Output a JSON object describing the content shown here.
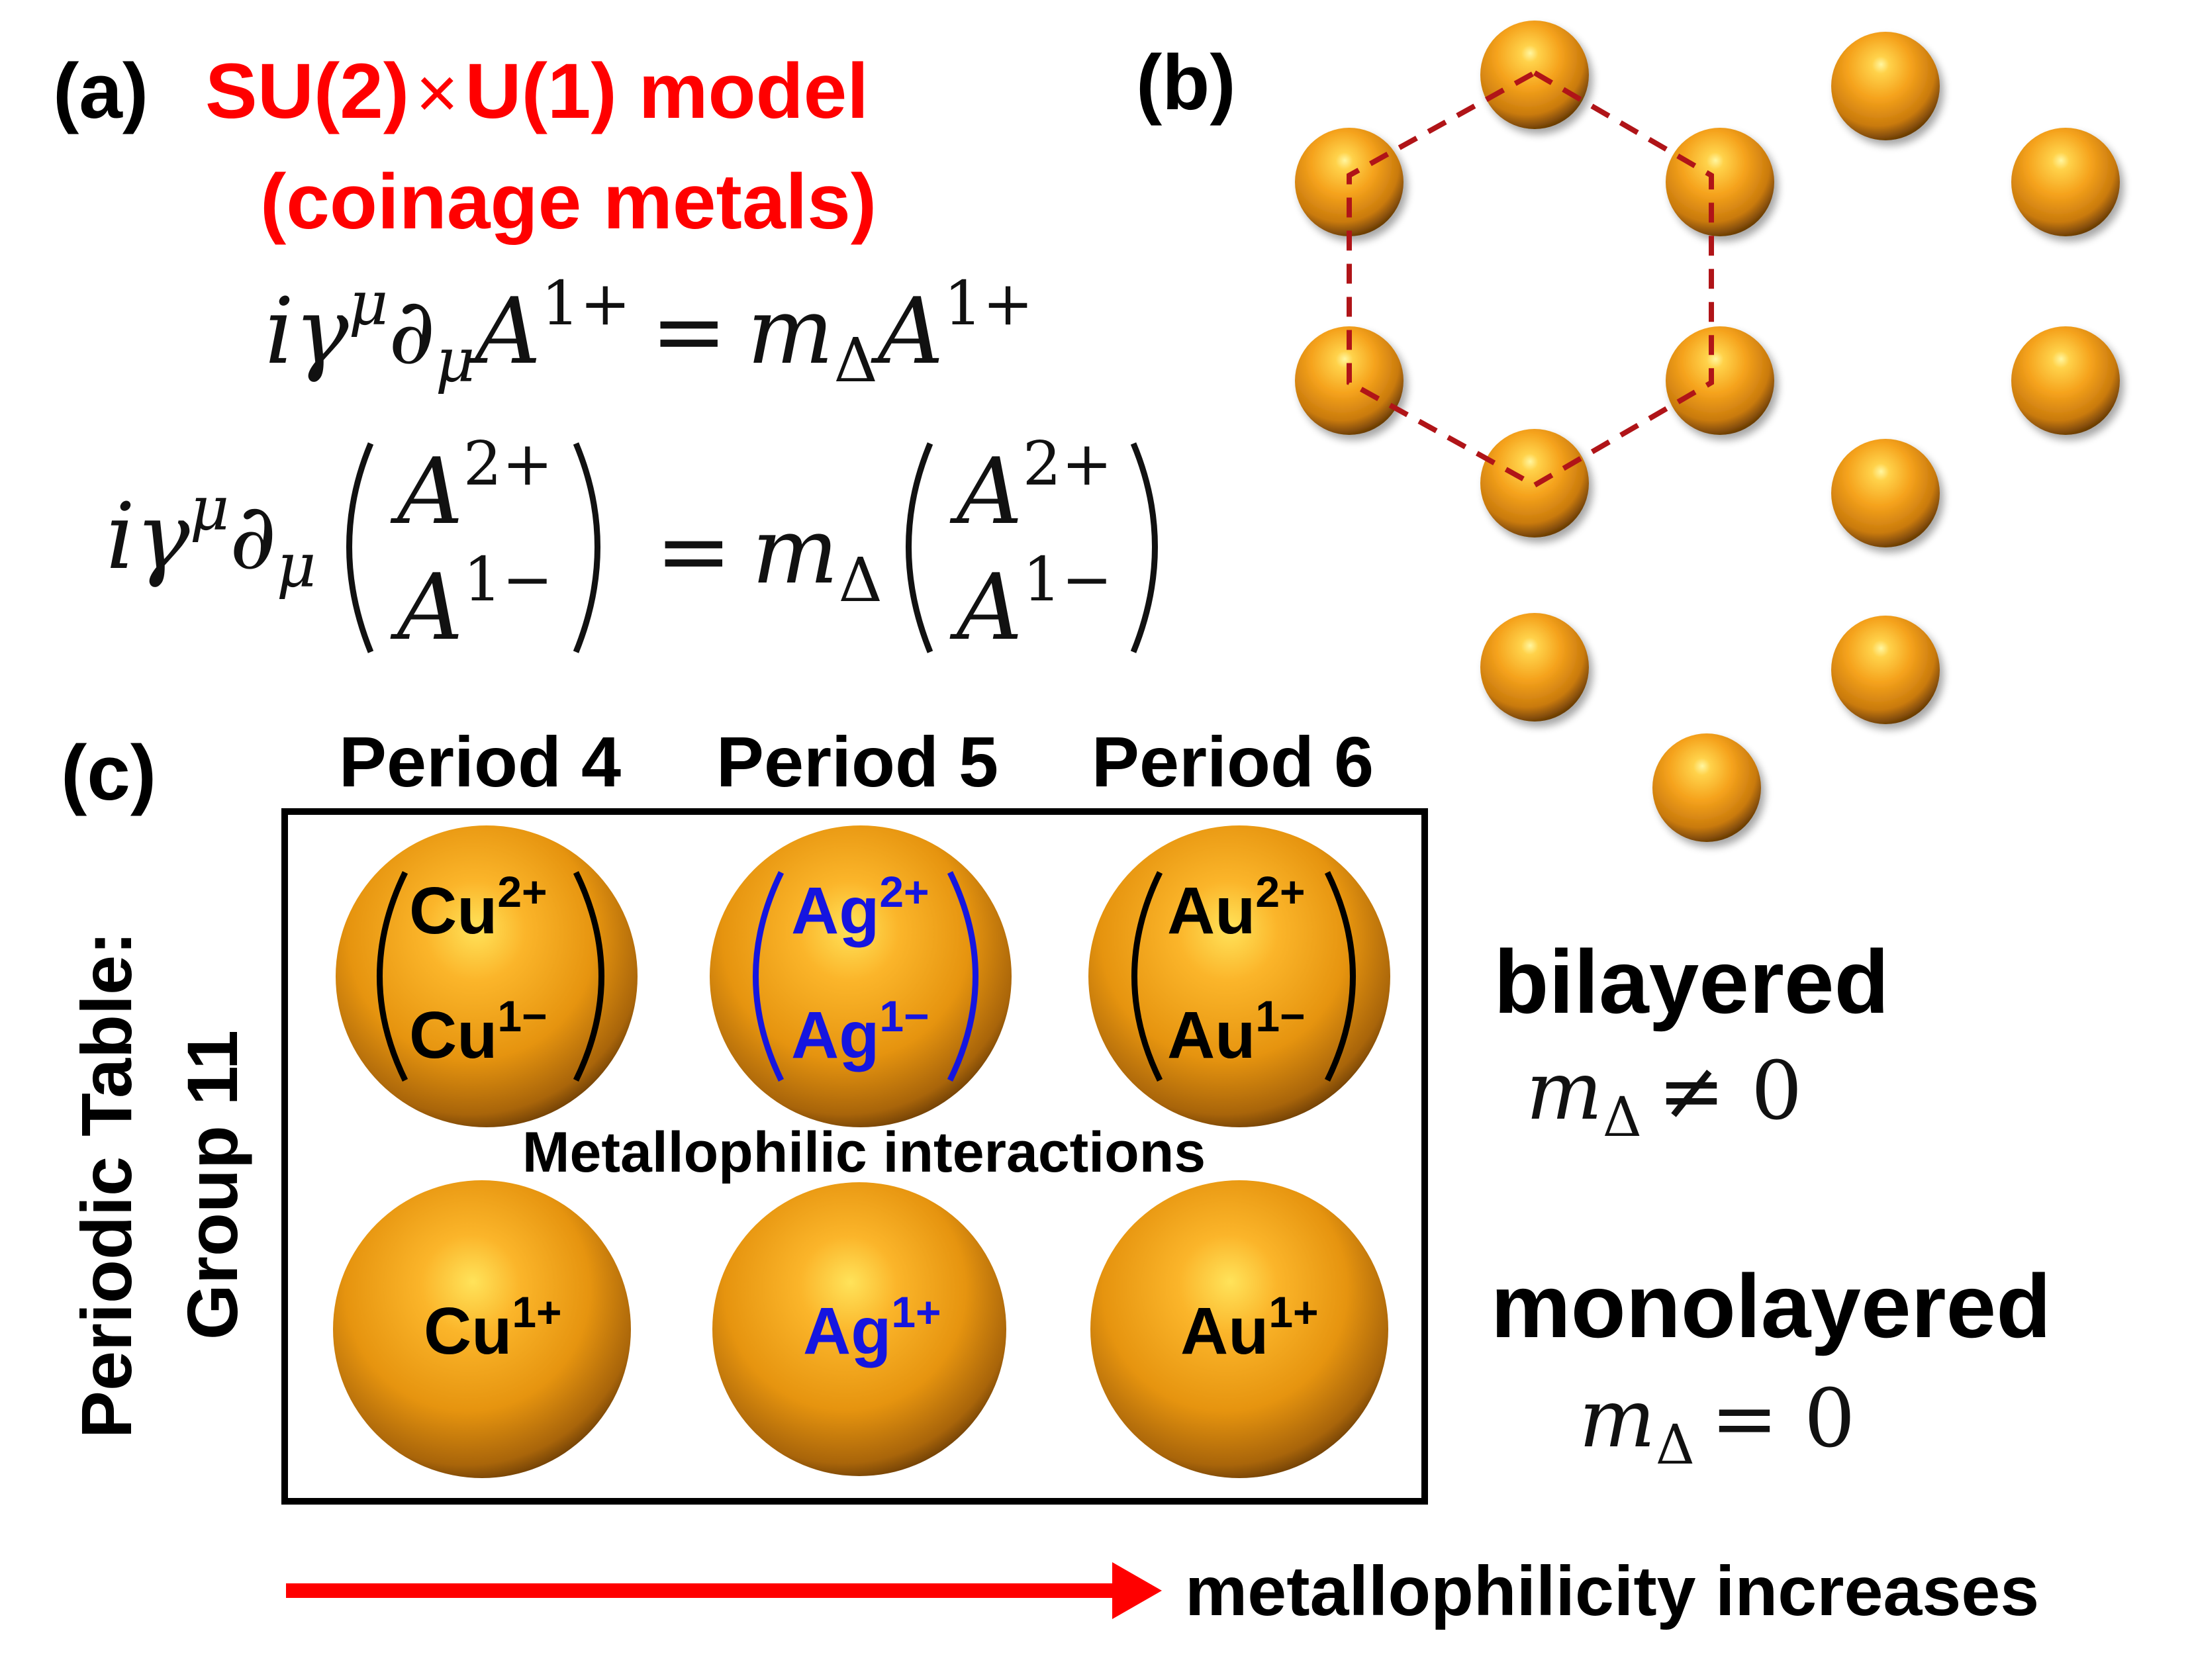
{
  "panel_a": {
    "label": "(a)",
    "title_line1_left": "SU(2)",
    "title_times": "×",
    "title_line1_right": "U(1) model",
    "title_line2": "(coinage metals)",
    "eq1": {
      "lhs_prefix": "iγ",
      "mu_sup": "μ",
      "partial": "∂",
      "mu_sub": "μ",
      "field": "A",
      "field_sup": "1+",
      "equals": "=",
      "mass": "m",
      "mass_sub": "Δ",
      "rhs_field": "A",
      "rhs_sup": "1+"
    },
    "eq2": {
      "lhs_prefix": "iγ",
      "mu_sup": "μ",
      "partial": "∂",
      "mu_sub": "μ",
      "top_field": "A",
      "top_sup": "2+",
      "bottom_field": "A",
      "bottom_sup": "1−",
      "equals": "=",
      "mass": "m",
      "mass_sub": "Δ"
    }
  },
  "panel_b": {
    "label": "(b)",
    "line_color": "#b01418",
    "sphere_color": "#f0a01e"
  },
  "panel_c": {
    "label": "(c)",
    "periods": [
      "Period 4",
      "Period 5",
      "Period 6"
    ],
    "side_label_1": "Periodic Table:",
    "side_label_2": "Group 11",
    "bilayer_pairs": [
      {
        "top": "Cu",
        "top_sup": "2+",
        "bottom": "Cu",
        "bottom_sup": "1−",
        "color": "#000000"
      },
      {
        "top": "Ag",
        "top_sup": "2+",
        "bottom": "Ag",
        "bottom_sup": "1−",
        "color": "#1515e0"
      },
      {
        "top": "Au",
        "top_sup": "2+",
        "bottom": "Au",
        "bottom_sup": "1−",
        "color": "#000000"
      }
    ],
    "interaction_label": "Metallophilic interactions",
    "mono_ions": [
      {
        "symbol": "Cu",
        "sup": "1+",
        "color": "#000000"
      },
      {
        "symbol": "Ag",
        "sup": "1+",
        "color": "#1515e0"
      },
      {
        "symbol": "Au",
        "sup": "1+",
        "color": "#000000"
      }
    ],
    "bilayered": {
      "label": "bilayered",
      "mass": "m",
      "mass_sub": "Δ",
      "relation": "≠ 0"
    },
    "monolayered": {
      "label": "monolayered",
      "mass": "m",
      "mass_sub": "Δ",
      "relation": "= 0"
    },
    "arrow_label": "metallophilicity increases",
    "arrow_color": "#ff0000",
    "title_color": "#ff0000"
  }
}
